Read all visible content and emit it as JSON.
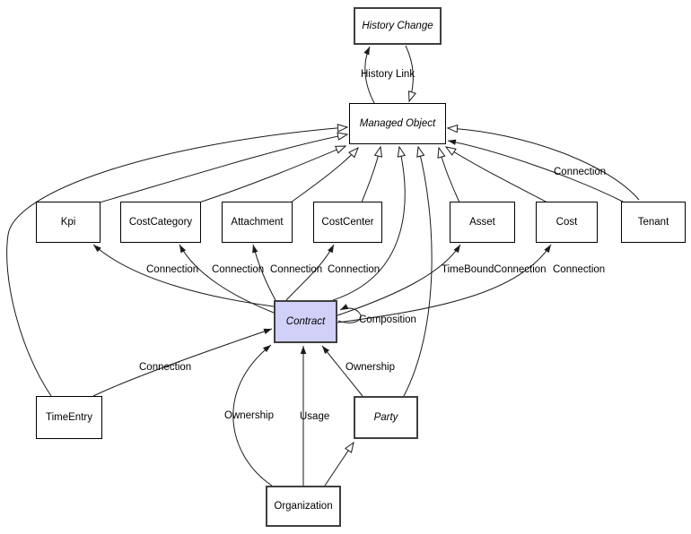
{
  "diagram": {
    "type": "uml-class-diagram",
    "nodes": [
      {
        "id": "history-change",
        "label": "History Change",
        "abstract": true
      },
      {
        "id": "managed-object",
        "label": "Managed Object",
        "abstract": true
      },
      {
        "id": "kpi",
        "label": "Kpi"
      },
      {
        "id": "cost-category",
        "label": "CostCategory"
      },
      {
        "id": "attachment",
        "label": "Attachment"
      },
      {
        "id": "cost-center",
        "label": "CostCenter"
      },
      {
        "id": "asset",
        "label": "Asset"
      },
      {
        "id": "cost",
        "label": "Cost"
      },
      {
        "id": "tenant",
        "label": "Tenant"
      },
      {
        "id": "contract",
        "label": "Contract",
        "abstract": true,
        "highlighted": true
      },
      {
        "id": "time-entry",
        "label": "TimeEntry"
      },
      {
        "id": "party",
        "label": "Party",
        "abstract": true
      },
      {
        "id": "organization",
        "label": "Organization"
      }
    ],
    "edge_labels": [
      {
        "text": "History Link"
      },
      {
        "text": "Connection"
      },
      {
        "text": "Connection"
      },
      {
        "text": "Connection"
      },
      {
        "text": "Connection"
      },
      {
        "text": "Connection"
      },
      {
        "text": "TimeBoundConnection"
      },
      {
        "text": "Connection"
      },
      {
        "text": "Composition"
      },
      {
        "text": "Ownership"
      },
      {
        "text": "Connection"
      },
      {
        "text": "Ownership"
      },
      {
        "text": "Usage"
      }
    ],
    "colors": {
      "highlight_fill": "#d0d0f8",
      "box_fill": "#ffffff",
      "line": "#1a1a1a"
    }
  }
}
